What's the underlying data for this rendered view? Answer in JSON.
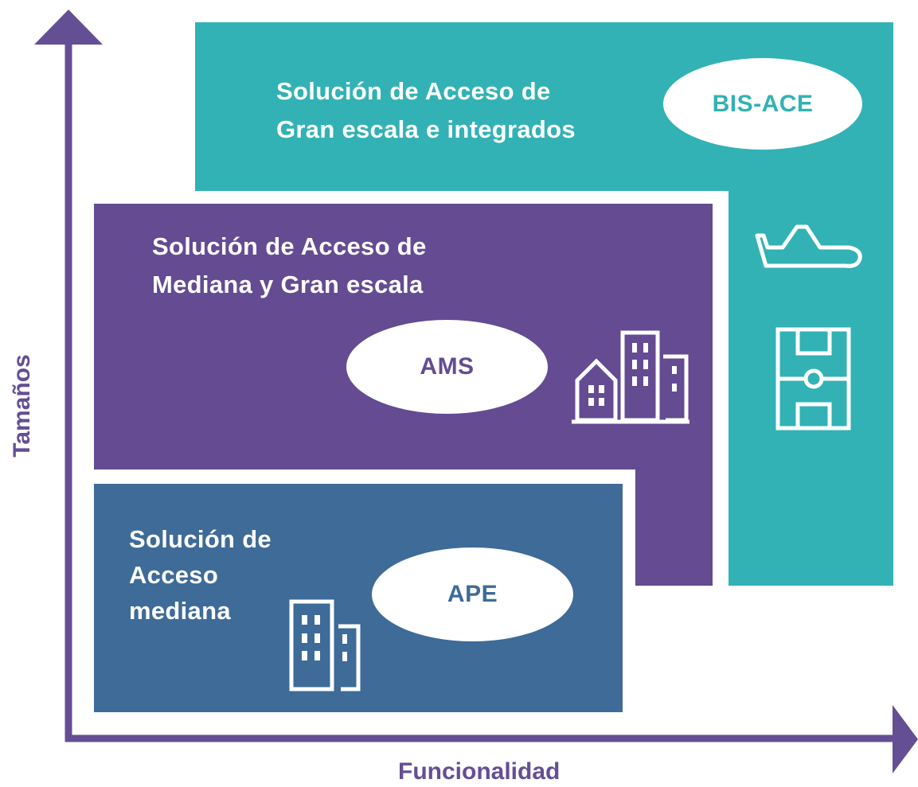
{
  "axes": {
    "y_label": "Tamaños",
    "x_label": "Funcionalidad",
    "color": "#644e94"
  },
  "tiers": {
    "large": {
      "title_line1": "Solución de Acceso de",
      "title_line2": "Gran escala e integrados",
      "product": "BIS-ACE",
      "color": "#32b2b5",
      "icons": [
        "airplane-icon",
        "soccer-field-icon"
      ]
    },
    "medium_large": {
      "title_line1": "Solución de Acceso de",
      "title_line2": "Mediana y Gran escala",
      "product": "AMS",
      "color": "#644b92",
      "icons": [
        "buildings-icon"
      ]
    },
    "medium": {
      "title_line1": "Solución de",
      "title_line2": "Acceso",
      "title_line3": "mediana",
      "product": "APE",
      "color": "#3e6b98",
      "icons": [
        "office-building-icon"
      ]
    }
  }
}
